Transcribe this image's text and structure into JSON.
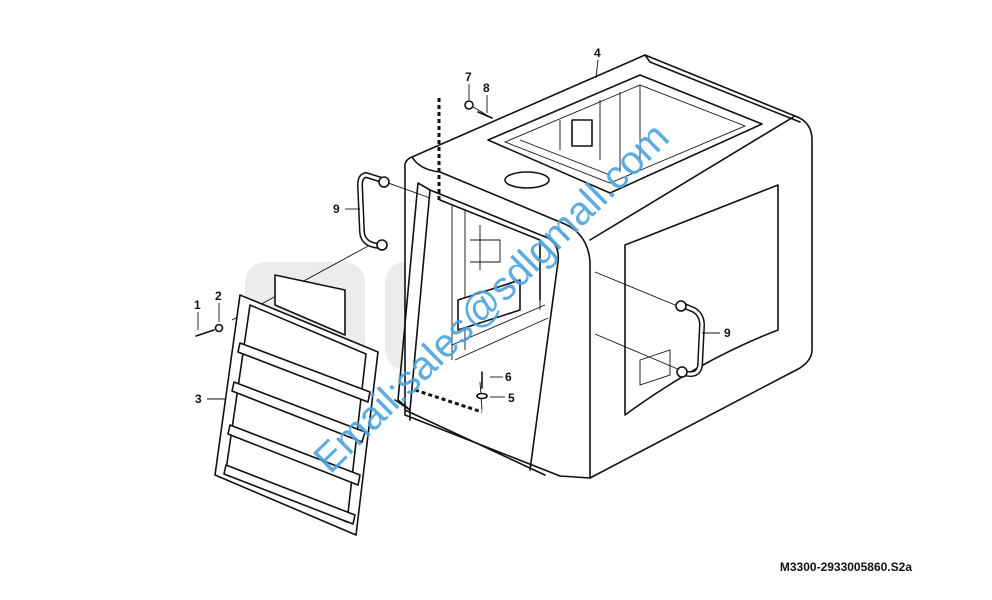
{
  "drawing_code": "M3300-2933005860.S2a",
  "watermark": {
    "text": "Email:sales@sdlgmall.com",
    "logo_text": "SDLG",
    "color": "#4aa3df"
  },
  "callouts": [
    "1",
    "2",
    "3",
    "4",
    "5",
    "6",
    "7",
    "8",
    "9",
    "9"
  ]
}
